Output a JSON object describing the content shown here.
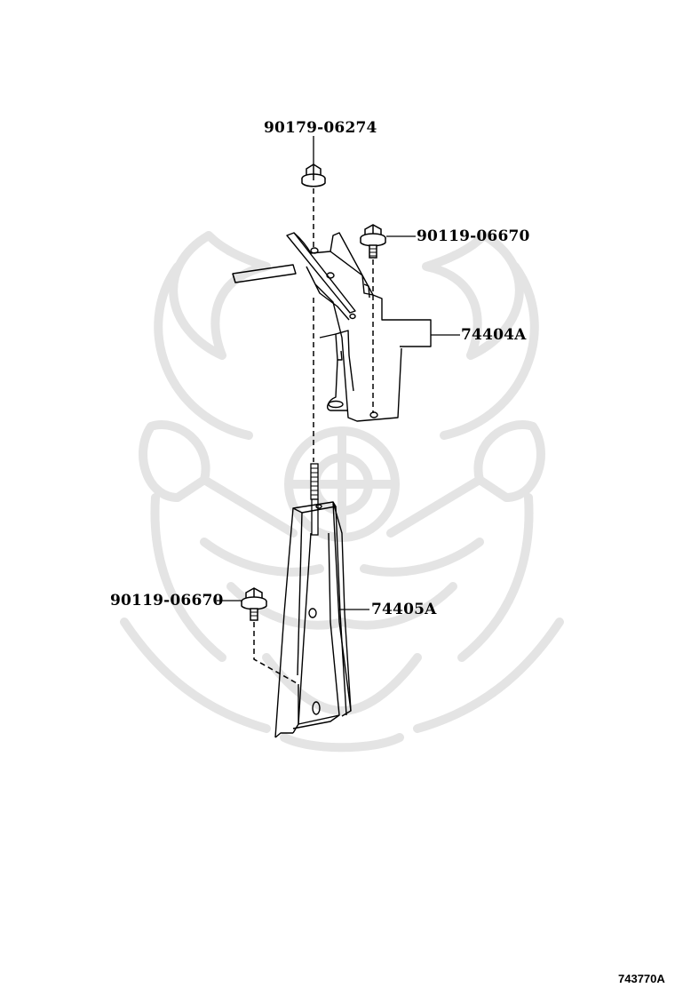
{
  "diagram": {
    "figure_id": "743770A",
    "callouts": {
      "nut_top": "90179-06274",
      "bolt_upper": "90119-06670",
      "bracket_upper": "74404A",
      "bolt_lower": "90119-06670",
      "bracket_lower": "74405A"
    },
    "colors": {
      "line": "#000000",
      "watermark": "#e4e4e4",
      "background": "#ffffff"
    }
  }
}
